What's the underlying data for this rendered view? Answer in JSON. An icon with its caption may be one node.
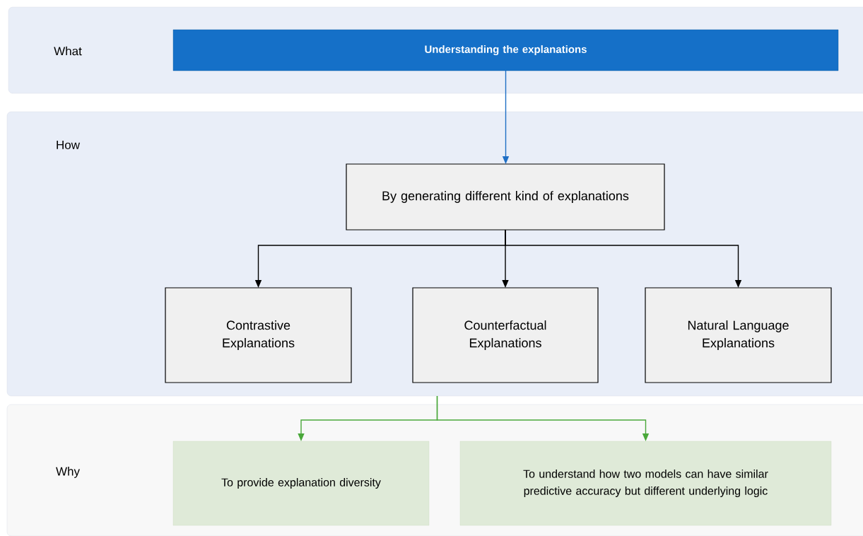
{
  "diagram": {
    "nodes": [
      {
        "text": [
          "What"
        ]
      },
      {
        "text": [
          "Understanding the explanations"
        ],
        "in": 0
      },
      {
        "text": [
          "How"
        ]
      },
      {
        "text": [
          "By generating different kind of explanations"
        ],
        "in": 2
      },
      {
        "text": [
          "Contrastive Explanations"
        ],
        "in": 2
      },
      {
        "text": [
          "Counterfactual Explanations"
        ],
        "in": 2
      },
      {
        "text": [
          "Natural Language Explanations"
        ],
        "in": 2
      },
      {
        "text": [
          "Why"
        ]
      },
      {
        "text": [
          "To provide explanation diversity"
        ],
        "in": 7
      },
      {
        "text": [
          "To understand how two models can have similar predictive accuracy but different underlying logic"
        ],
        "in": 7
      }
    ],
    "edges": [
      {
        "from": 1,
        "to": 3,
        "arrow": "to",
        "color": "#1f6fc5"
      },
      {
        "from": 3,
        "to": 4,
        "arrow": "to"
      },
      {
        "from": 3,
        "to": 5,
        "arrow": "to"
      },
      {
        "from": 3,
        "to": 6,
        "arrow": "to"
      },
      {
        "from": 2,
        "to": 8,
        "arrow": "to",
        "color": "#4aa83a"
      },
      {
        "from": 2,
        "to": 9,
        "arrow": "to",
        "color": "#4aa83a"
      }
    ]
  }
}
